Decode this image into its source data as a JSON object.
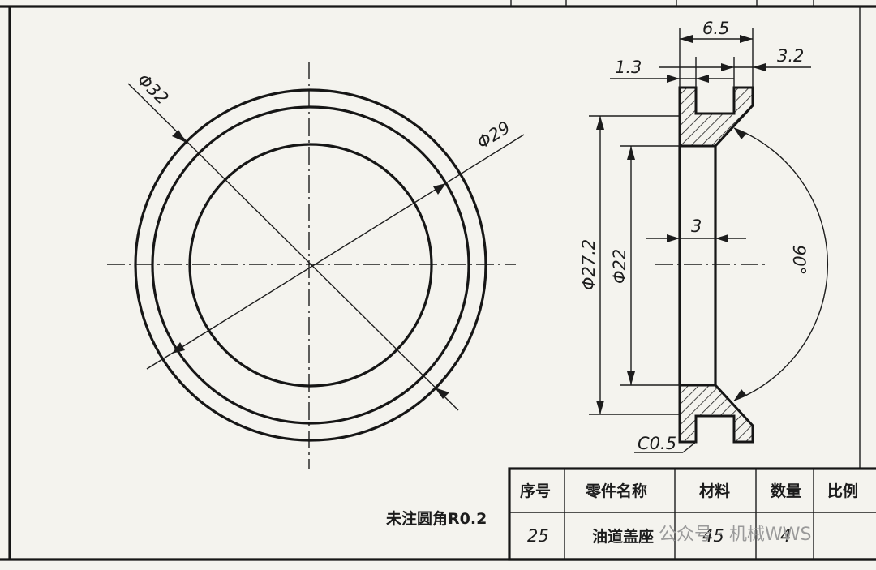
{
  "drawing": {
    "front_view": {
      "outer_diameter_label": "Φ32",
      "groove_diameter_label": "Φ29"
    },
    "section_view": {
      "width_label": "6.5",
      "left_flange_label": "1.3",
      "right_flange_label": "3.2",
      "outer_bore_label": "Φ27.2",
      "inner_bore_label": "Φ22",
      "wall_label": "3",
      "angle_label": "90°",
      "chamfer_label": "C0.5"
    },
    "note": "未注圆角R0.2"
  },
  "title_block": {
    "headers": [
      "序号",
      "零件名称",
      "材料",
      "数量",
      "比例"
    ],
    "row": [
      "25",
      "油道盖座",
      "45",
      "4",
      ""
    ]
  },
  "watermark": "公众号 · 机械WWS"
}
